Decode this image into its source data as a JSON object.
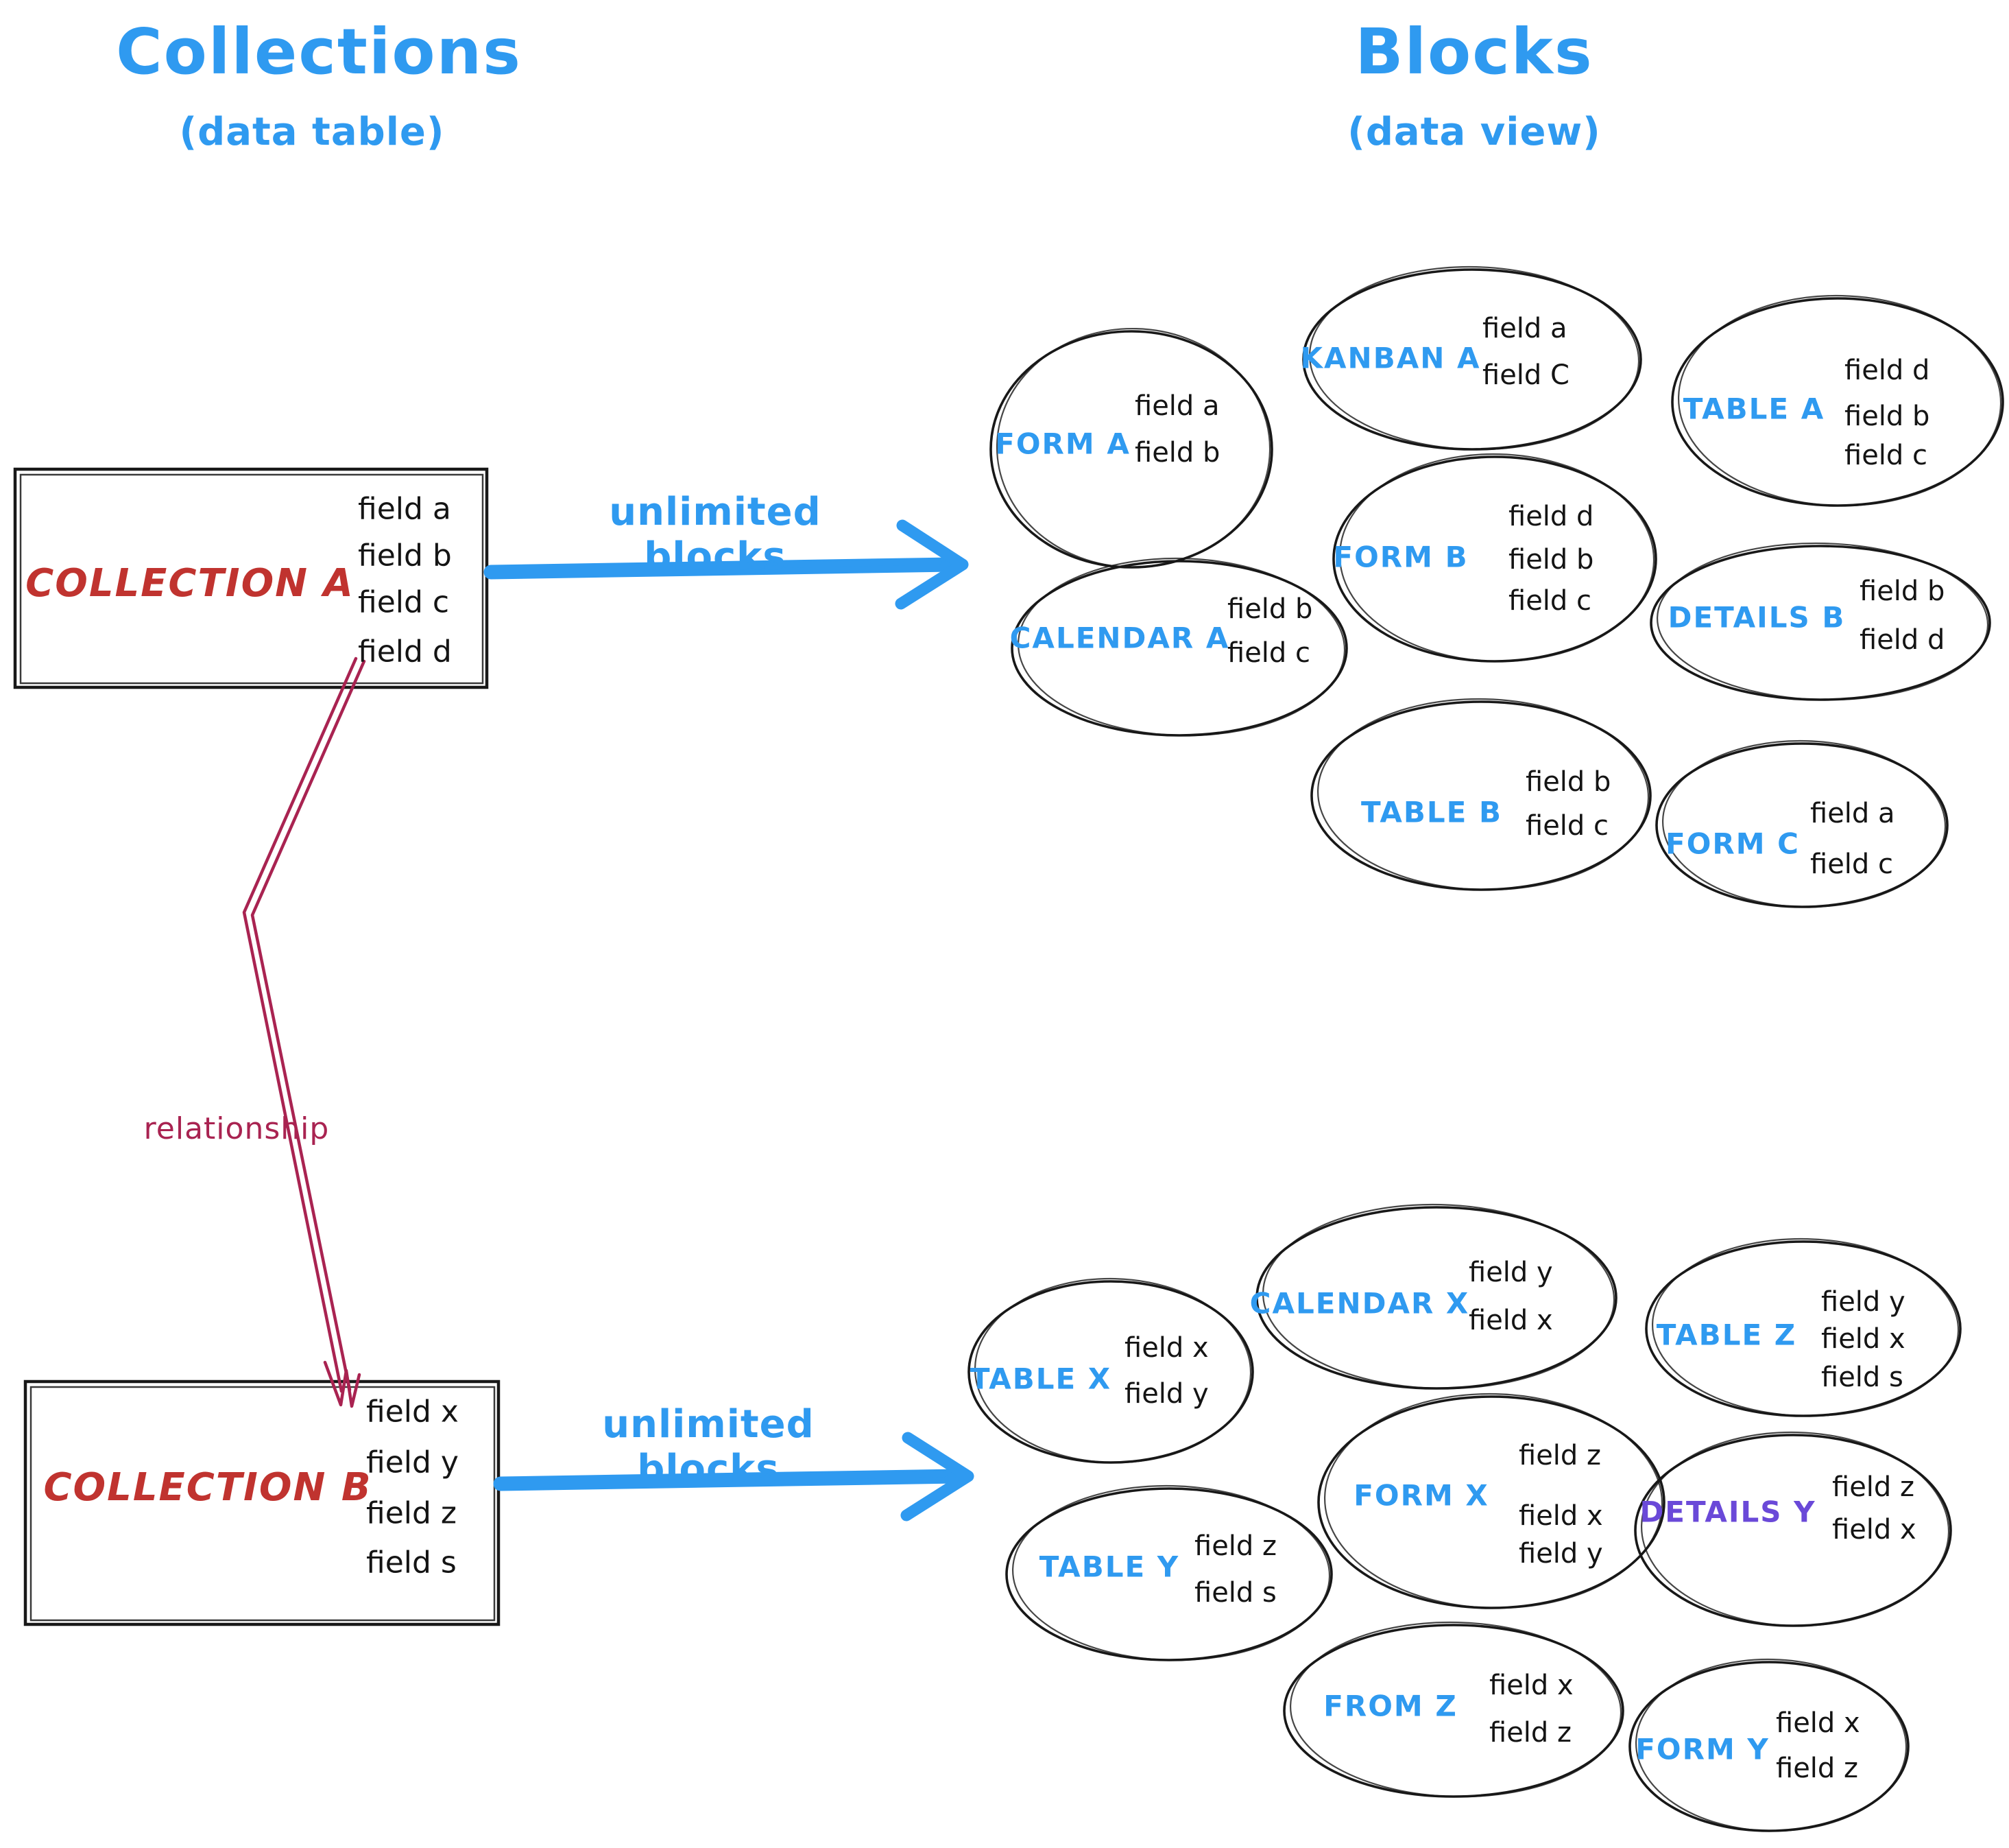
{
  "left_column": {
    "title": "Collections",
    "subtitle": "(data table)"
  },
  "right_column": {
    "title": "Blocks",
    "subtitle": "(data view)"
  },
  "collection_a": {
    "name": "COLLECTION A",
    "fields": [
      "field a",
      "field b",
      "field c",
      "field d"
    ]
  },
  "collection_b": {
    "name": "COLLECTION B",
    "fields": [
      "field x",
      "field y",
      "field z",
      "field s"
    ]
  },
  "arrows": {
    "a_label": "unlimited blocks",
    "b_label": "unlimited blocks",
    "relationship_label": "relationship"
  },
  "colors": {
    "accent_blue": "#2F9AF0",
    "collection_red": "#C0332F",
    "relationship_crimson": "#A92351",
    "details_purple": "#6A49D8",
    "ink": "#181818"
  },
  "blocks": {
    "top": [
      {
        "name": "FORM A",
        "fields": [
          "field a",
          "field b"
        ]
      },
      {
        "name": "KANBAN A",
        "fields": [
          "field a",
          "field C"
        ]
      },
      {
        "name": "TABLE A",
        "fields": [
          "field d",
          "field b",
          "field c"
        ]
      },
      {
        "name": "CALENDAR A",
        "fields": [
          "field b",
          "field c"
        ]
      },
      {
        "name": "FORM B",
        "fields": [
          "field d",
          "field b",
          "field c"
        ]
      },
      {
        "name": "DETAILS B",
        "fields": [
          "field b",
          "field d"
        ]
      },
      {
        "name": "TABLE B",
        "fields": [
          "field b",
          "field c"
        ]
      },
      {
        "name": "FORM C",
        "fields": [
          "field a",
          "field c"
        ]
      }
    ],
    "bottom": [
      {
        "name": "TABLE X",
        "fields": [
          "field x",
          "field y"
        ]
      },
      {
        "name": "CALENDAR X",
        "fields": [
          "field y",
          "field x"
        ]
      },
      {
        "name": "TABLE Z",
        "fields": [
          "field y",
          "field x",
          "field s"
        ]
      },
      {
        "name": "FORM X",
        "fields": [
          "field z",
          "field x",
          "field y"
        ]
      },
      {
        "name": "TABLE Y",
        "fields": [
          "field z",
          "field s"
        ]
      },
      {
        "name": "DETAILS Y",
        "fields": [
          "field z",
          "field x"
        ],
        "label_color": "#6A49D8"
      },
      {
        "name": "FROM Z",
        "fields": [
          "field x",
          "field z"
        ]
      },
      {
        "name": "FORM Y",
        "fields": [
          "field x",
          "field z"
        ]
      }
    ]
  }
}
